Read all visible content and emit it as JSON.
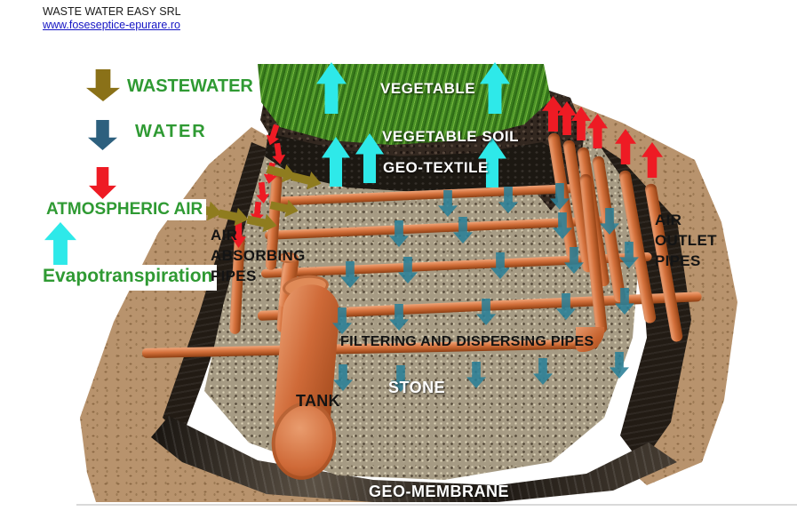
{
  "header": {
    "company": "WASTE WATER EASY SRL",
    "website": "www.foseseptice-epurare.ro"
  },
  "legend": {
    "text_color": "#2f9a33",
    "items": [
      {
        "label": "WASTEWATER",
        "direction": "down",
        "color": "#8a7118"
      },
      {
        "label": "WATER",
        "direction": "down",
        "color": "#2d607e"
      },
      {
        "label": "ATMOSPHERIC AIR",
        "direction": "down",
        "color": "#ee1b24"
      },
      {
        "label": "Evapotranspiration",
        "direction": "up",
        "color": "#2ee9e9"
      }
    ]
  },
  "diagram": {
    "labels": {
      "vegetable": "VEGETABLE",
      "vegetable_soil": "VEGETABLE SOIL",
      "geo_textile": "GEO-TEXTILE",
      "air_absorbing_pipes": [
        "AIR",
        "ABSORBING",
        "PIPES"
      ],
      "air_outlet_pipes": [
        "AIR",
        "OUTLET",
        "PIPES"
      ],
      "filtering_pipes": "FILTERING AND DISPERSING PIPES",
      "stone": "STONE",
      "tank": "TANK",
      "geo_membrane": "GEO-MEMBRANE"
    },
    "colors": {
      "cyan": "#2ee9e9",
      "red": "#ee1b24",
      "teal": "#2a7f97",
      "olive": "#8f7c1f",
      "pipe": "#d4713c",
      "gravel": "#a69b84",
      "soil": "#b8936d",
      "membrane": "#221b14",
      "grass": "#4c9428"
    }
  }
}
